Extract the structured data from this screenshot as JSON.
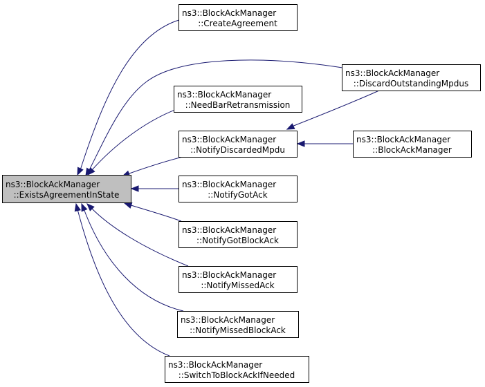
{
  "colors": {
    "node_fill": "#ffffff",
    "focus_fill": "#bfbfbf",
    "edge": "#191970",
    "border": "#000000"
  },
  "nodes": [
    {
      "id": "exists",
      "line1": "ns3::BlockAckManager",
      "line2": "::ExistsAgreementInState",
      "focus": true
    },
    {
      "id": "create",
      "line1": "ns3::BlockAckManager",
      "line2": "::CreateAgreement"
    },
    {
      "id": "discard_out",
      "line1": "ns3::BlockAckManager",
      "line2": "::DiscardOutstandingMpdus"
    },
    {
      "id": "needbar",
      "line1": "ns3::BlockAckManager",
      "line2": "::NeedBarRetransmission"
    },
    {
      "id": "notify_disc",
      "line1": "ns3::BlockAckManager",
      "line2": "::NotifyDiscardedMpdu"
    },
    {
      "id": "ctor",
      "line1": "ns3::BlockAckManager",
      "line2": "::BlockAckManager"
    },
    {
      "id": "gotack",
      "line1": "ns3::BlockAckManager",
      "line2": "::NotifyGotAck"
    },
    {
      "id": "gotblockack",
      "line1": "ns3::BlockAckManager",
      "line2": "::NotifyGotBlockAck"
    },
    {
      "id": "missedack",
      "line1": "ns3::BlockAckManager",
      "line2": "::NotifyMissedAck"
    },
    {
      "id": "missedblockack",
      "line1": "ns3::BlockAckManager",
      "line2": "::NotifyMissedBlockAck"
    },
    {
      "id": "switch",
      "line1": "ns3::BlockAckManager",
      "line2": "::SwitchToBlockAckIfNeeded"
    }
  ],
  "edges": [
    {
      "from": "create",
      "to": "exists"
    },
    {
      "from": "discard_out",
      "to": "exists"
    },
    {
      "from": "needbar",
      "to": "exists"
    },
    {
      "from": "notify_disc",
      "to": "exists"
    },
    {
      "from": "gotack",
      "to": "exists"
    },
    {
      "from": "gotblockack",
      "to": "exists"
    },
    {
      "from": "missedack",
      "to": "exists"
    },
    {
      "from": "missedblockack",
      "to": "exists"
    },
    {
      "from": "switch",
      "to": "exists"
    },
    {
      "from": "discard_out",
      "to": "notify_disc"
    },
    {
      "from": "ctor",
      "to": "notify_disc"
    }
  ]
}
